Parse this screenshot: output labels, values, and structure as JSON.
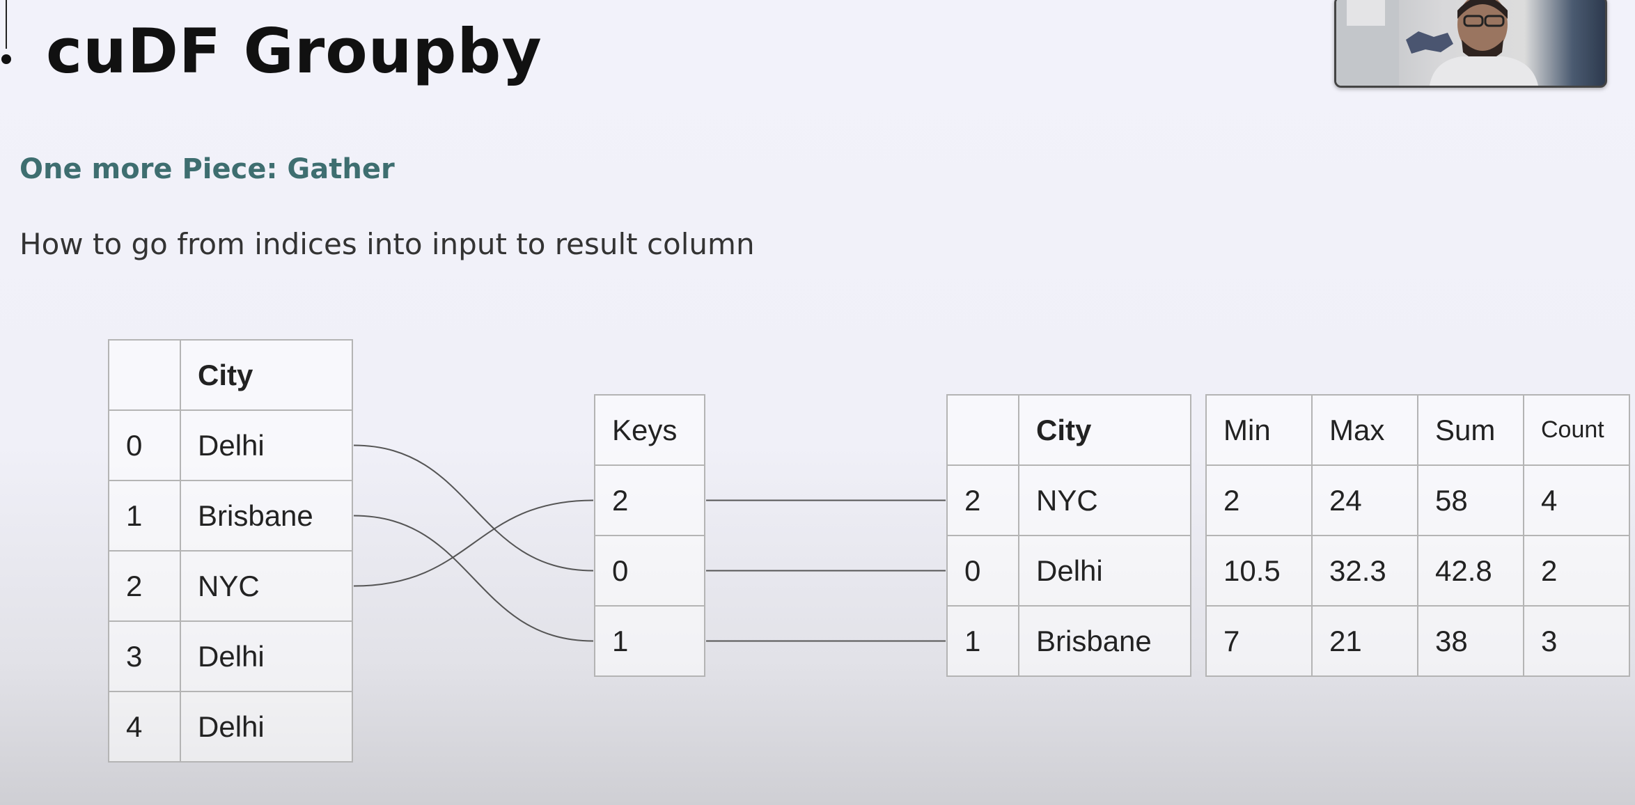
{
  "slide": {
    "title": "cuDF Groupby",
    "subtitle": "One more Piece: Gather",
    "body": "How to go from indices into input to result column"
  },
  "input_table": {
    "header": [
      "",
      "City"
    ],
    "rows": [
      [
        "0",
        "Delhi"
      ],
      [
        "1",
        "Brisbane"
      ],
      [
        "2",
        "NYC"
      ],
      [
        "3",
        "Delhi"
      ],
      [
        "4",
        "Delhi"
      ]
    ]
  },
  "keys_table": {
    "header": "Keys",
    "rows": [
      "2",
      "0",
      "1"
    ]
  },
  "result_city_table": {
    "header": [
      "",
      "City"
    ],
    "rows": [
      [
        "2",
        "NYC"
      ],
      [
        "0",
        "Delhi"
      ],
      [
        "1",
        "Brisbane"
      ]
    ]
  },
  "aggregate_table": {
    "header": [
      "Min",
      "Max",
      "Sum",
      "Count"
    ],
    "rows": [
      [
        "2",
        "24",
        "58",
        "4"
      ],
      [
        "10.5",
        "32.3",
        "42.8",
        "2"
      ],
      [
        "7",
        "21",
        "38",
        "3"
      ]
    ]
  },
  "mappings": {
    "input_to_keys": [
      {
        "input_row": 0,
        "key_row": 1
      },
      {
        "input_row": 1,
        "key_row": 2
      },
      {
        "input_row": 2,
        "key_row": 0
      }
    ],
    "keys_to_result": [
      {
        "key_row": 0,
        "result_row": 0
      },
      {
        "key_row": 1,
        "result_row": 1
      },
      {
        "key_row": 2,
        "result_row": 2
      }
    ]
  },
  "colors": {
    "title": "#111111",
    "subtitle": "#3e6e70",
    "connector": "#555555",
    "grid_border": "#b4b4b4"
  }
}
